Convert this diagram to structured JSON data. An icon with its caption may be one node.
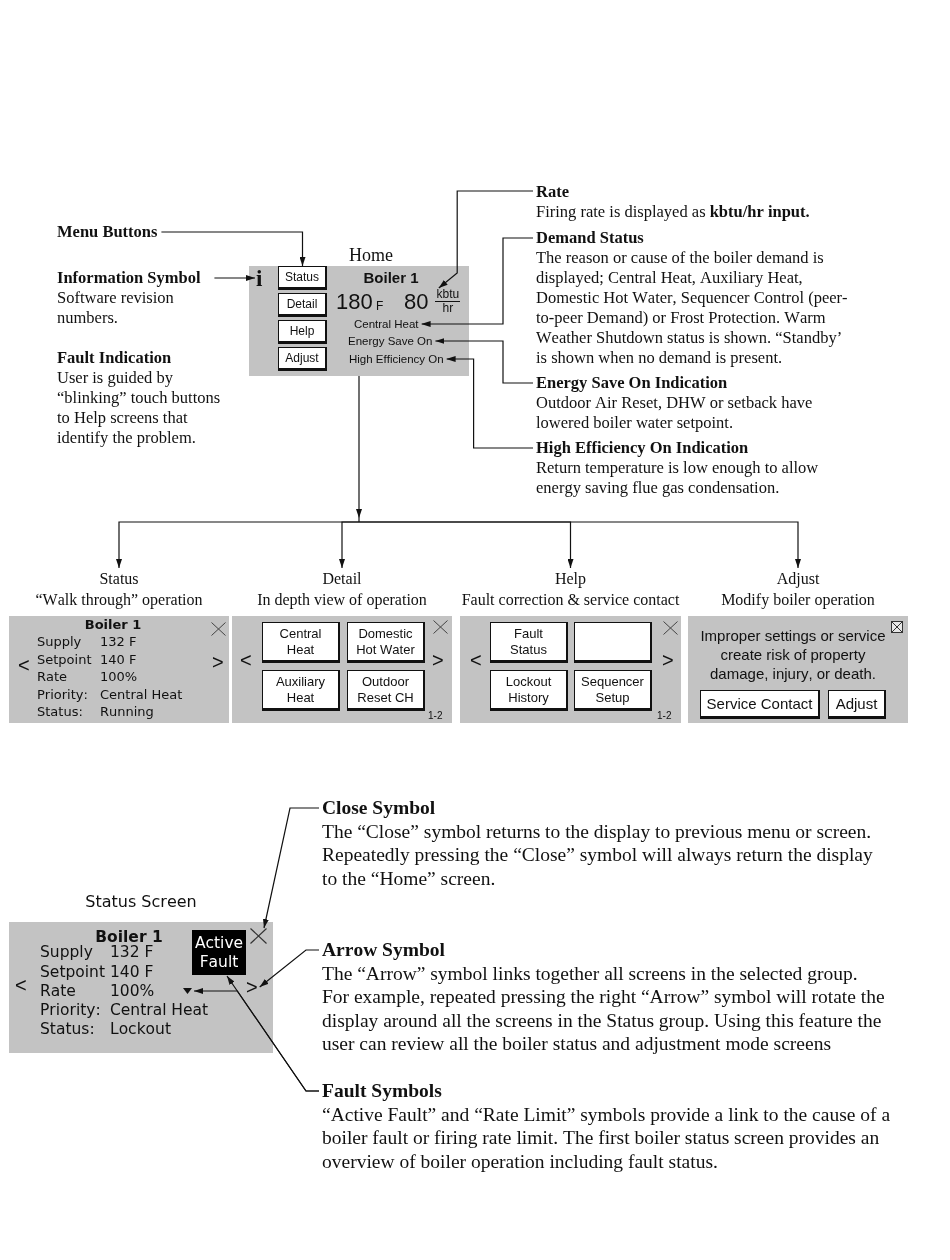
{
  "diagram": {
    "nodes": [
      {
        "text": [
          "Menu Buttons"
        ]
      },
      {
        "text": [
          "Information Symbol",
          "Software revision numbers."
        ]
      },
      {
        "text": [
          "Home",
          "Boiler 1",
          "180",
          "F"
        ]
      },
      {
        "text": [
          "i"
        ],
        "in": 2
      },
      {
        "text": [
          "Status"
        ],
        "in": 2
      },
      {
        "text": [
          "Detail"
        ],
        "in": 2
      },
      {
        "text": [
          "Help"
        ],
        "in": 2
      },
      {
        "text": [
          "Adjust"
        ],
        "in": 2
      },
      {
        "text": [
          "80",
          "kbtu",
          "hr"
        ],
        "in": 2
      },
      {
        "text": [
          "Central Heat"
        ],
        "in": 2
      },
      {
        "text": [
          "Energy Save On"
        ],
        "in": 2
      },
      {
        "text": [
          "High Efficiency On"
        ],
        "in": 2
      },
      {
        "text": [
          "Rate",
          "Firing rate is displayed as **kbtu/hr input.**"
        ]
      },
      {
        "text": [
          "Demand Status",
          "The reason or cause of the boiler demand is displayed; Central Heat, Auxiliary Heat, Domestic Hot Water, Sequencer Control (peer-to-peer Demand) or Frost Protection. Warm Weather Shutdown status is shown. “Standby’ is shown when no demand is present."
        ]
      },
      {
        "text": [
          "Energy Save On Indication",
          "Outdoor Air Reset, DHW or setback have lowered boiler water setpoint."
        ]
      },
      {
        "text": [
          "High Efficiency On Indication",
          "Return temperature is low enough to allow energy saving flue gas condensation."
        ]
      },
      {
        "text": [
          "Status",
          "“Walk through” operation",
          "Boiler 1",
          "Supply",
          "132 F",
          "Setpoint",
          "140 F",
          "Rate",
          "100%",
          "Priority:",
          "Central Heat",
          "Status:",
          "Running",
          "<",
          ">"
        ]
      },
      {
        "text": [
          "Detail",
          "In depth view of operation",
          "<",
          ">",
          "1-2"
        ]
      },
      {
        "text": [
          "Central Heat"
        ],
        "in": 17
      },
      {
        "text": [
          "Domestic Hot Water"
        ],
        "in": 17
      },
      {
        "text": [
          "Auxiliary Heat"
        ],
        "in": 17
      },
      {
        "text": [
          "Outdoor Reset CH"
        ],
        "in": 17
      },
      {
        "text": [
          "Help",
          "Fault correction & service contact",
          "<",
          ">",
          "1-2"
        ]
      },
      {
        "text": [
          "Fault Status"
        ],
        "in": 22
      },
      {
        "text": [],
        "shape": "box",
        "in": 22
      },
      {
        "text": [
          "Lockout History"
        ],
        "in": 22
      },
      {
        "text": [
          "Sequencer Setup"
        ],
        "in": 22
      },
      {
        "text": [
          "Adjust",
          "Modify boiler operation",
          "Improper settings or service create risk of property damage, injury, or death."
        ]
      },
      {
        "text": [
          "Service Contact"
        ],
        "in": 27
      },
      {
        "text": [
          "Adjust"
        ],
        "in": 27
      },
      {
        "text": [
          "Status Screen",
          "Boiler 1",
          "Supply",
          "132 F",
          "Setpoint",
          "140 F",
          "Rate",
          "100%",
          "Priority:",
          "Central Heat",
          "Status:",
          "Lockout",
          "<"
        ]
      },
      {
        "text": [
          "Active Fault"
        ],
        "in": 30
      },
      {
        "text": [],
        "shape": "cross",
        "in": 30
      },
      {
        "text": [
          ">"
        ],
        "in": 30
      },
      {
        "text": [],
        "shape": "triangle",
        "in": 30
      },
      {
        "text": [
          "Close Symbol",
          "The “Close” symbol returns to the display to previous menu or screen. Repeatedly pressing the “Close” symbol will always return the display to the “Home” screen."
        ]
      },
      {
        "text": [
          "Arrow Symbol",
          "The “Arrow” symbol links together all screens in the selected group. For example, repeated pressing the right “Arrow” symbol will rotate the display around all the screens in the Status group. Using this feature the user can review all the boiler status and adjustment mode screens"
        ]
      },
      {
        "text": [
          "Fault Symbols",
          "“Active Fault” and “Rate Limit” symbols provide a link to the cause of a boiler fault or firing rate limit. The first boiler status screen provides an overview of boiler operation including fault status."
        ]
      }
    ],
    "edges": [
      {
        "from": 0,
        "to": 4,
        "arrow": "to"
      },
      {
        "from": 1,
        "to": 3,
        "arrow": "to"
      },
      {
        "from": 12,
        "to": 8,
        "arrow": "to"
      },
      {
        "from": 13,
        "to": 9,
        "arrow": "to"
      },
      {
        "from": 14,
        "to": 10,
        "arrow": "to"
      },
      {
        "from": 15,
        "to": 11,
        "arrow": "to"
      },
      {
        "from": 2,
        "to": 16,
        "arrow": "to"
      },
      {
        "from": 2,
        "to": 17,
        "arrow": "to"
      },
      {
        "from": 2,
        "to": 22,
        "arrow": "to"
      },
      {
        "from": 2,
        "to": 27,
        "arrow": "to"
      },
      {
        "from": 35,
        "to": 32,
        "arrow": "to"
      },
      {
        "from": 36,
        "to": 33,
        "arrow": "to"
      },
      {
        "from": 37,
        "to": 31,
        "arrow": "to"
      },
      {
        "from": 37,
        "to": 34,
        "arrow": "to"
      }
    ],
    "labels": [
      "Fault Indication",
      "User is guided by “blinking” touch buttons to Help screens that identify the problem."
    ]
  }
}
